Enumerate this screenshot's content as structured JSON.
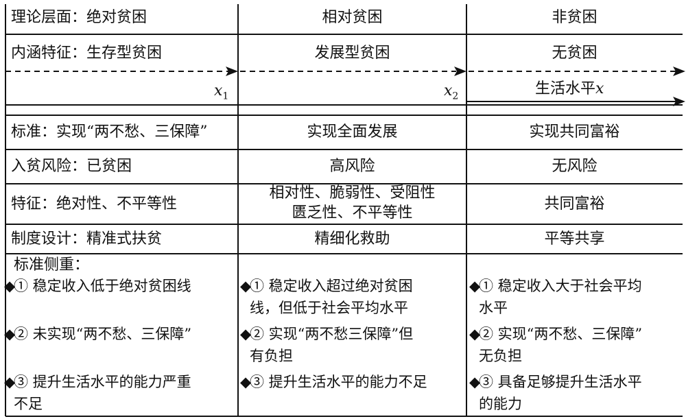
{
  "rows": {
    "theory": [
      "理论层面：绝对贫困",
      "相对贫困",
      "非贫困"
    ],
    "connotation": [
      "内涵特征：生存型贫困",
      "发展型贫困",
      "无贫困"
    ],
    "standard": [
      "标准：实现“两不愁、三保障”",
      "实现全面发展",
      "实现共同富裕"
    ],
    "risk": [
      "入贫风险：已贫困",
      "高风险",
      "无风险"
    ],
    "feature": [
      "特征：绝对性、不平等性",
      "相对性、脆弱性、受阻性",
      "匮乏性、不平等性",
      "共同富裕"
    ],
    "institution": [
      "制度设计：精准式扶贫",
      "精细化救助",
      "平等共享"
    ]
  },
  "axis": {
    "x1": "x",
    "x1_sub": "1",
    "x2": "x",
    "x2_sub": "2",
    "level_label": "生活水平",
    "level_var": "x"
  },
  "emphasis": {
    "heading": "标准侧重：",
    "bullet": "◆",
    "col1": [
      [
        "① 稳定收入低于绝对贫困线"
      ],
      [
        "② 未实现“两不愁、三保障”"
      ],
      [
        "③ 提升生活水平的能力严重",
        "不足"
      ]
    ],
    "col2": [
      [
        "① 稳定收入超过绝对贫困",
        "线，但低于社会平均水平"
      ],
      [
        "② 实现“两不愁三保障”但",
        "有负担"
      ],
      [
        "③ 提升生活水平的能力不足"
      ]
    ],
    "col3": [
      [
        "① 稳定收入大于社会平均",
        "水平"
      ],
      [
        "② 实现“两不愁、三保障”",
        "无负担"
      ],
      [
        "③ 具备足够提升生活水平",
        "的能力"
      ]
    ]
  }
}
